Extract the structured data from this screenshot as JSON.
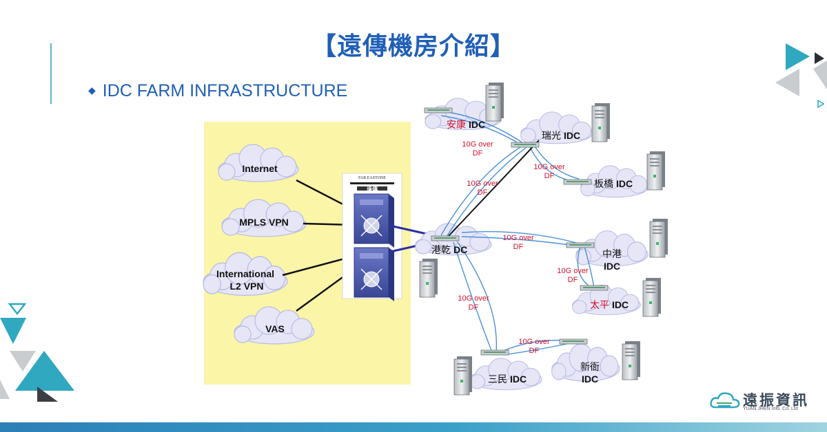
{
  "title": "【遠傳機房介紹】",
  "subtitle": "IDC FARM INFRASTRUCTURE",
  "services": [
    {
      "id": "internet",
      "label": "Internet"
    },
    {
      "id": "mpls",
      "label": "MPLS VPN"
    },
    {
      "id": "intl",
      "label": "International\nL2 VPN"
    },
    {
      "id": "vas",
      "label": "VAS"
    }
  ],
  "brand_label": "FAR EASTONE",
  "brand_chinese": "遠傳",
  "idcs": [
    {
      "id": "anhe",
      "name": "安康",
      "suffix": "IDC"
    },
    {
      "id": "ruiguang",
      "name": "瑞光",
      "suffix": "IDC"
    },
    {
      "id": "banqiao",
      "name": "板橋",
      "suffix": "IDC"
    },
    {
      "id": "gangqian",
      "name": "港乾",
      "suffix": "DC"
    },
    {
      "id": "zhonggang",
      "name": "中港",
      "suffix": "IDC"
    },
    {
      "id": "taiping",
      "name": "太平",
      "suffix": "IDC"
    },
    {
      "id": "sanmin",
      "name": "三民",
      "suffix": "IDC"
    },
    {
      "id": "xinya",
      "name": "新衙",
      "suffix": "IDC"
    }
  ],
  "link_labels": [
    {
      "id": "l1",
      "line1": "10G over",
      "line2": "DF"
    },
    {
      "id": "l2",
      "line1": "10G over",
      "line2": "DF"
    },
    {
      "id": "l3",
      "line1": "10G over",
      "line2": "DF"
    },
    {
      "id": "l4",
      "line1": "10G over",
      "line2": "DF"
    },
    {
      "id": "l5",
      "line1": "10G over",
      "line2": "DF"
    },
    {
      "id": "l6",
      "line1": "10G over",
      "line2": "DF"
    },
    {
      "id": "l7",
      "line1": "10G over",
      "line2": "DF"
    }
  ],
  "logo": {
    "name": "遠振資訊",
    "sub": "YUAN JHEN Info. Co. Ltd"
  },
  "colors": {
    "title": "#1f5fb8",
    "accent": "#2fa8c0",
    "link_text": "#d0112b",
    "cloud": "#e6e6f7",
    "panel": "#fbf5a8"
  }
}
